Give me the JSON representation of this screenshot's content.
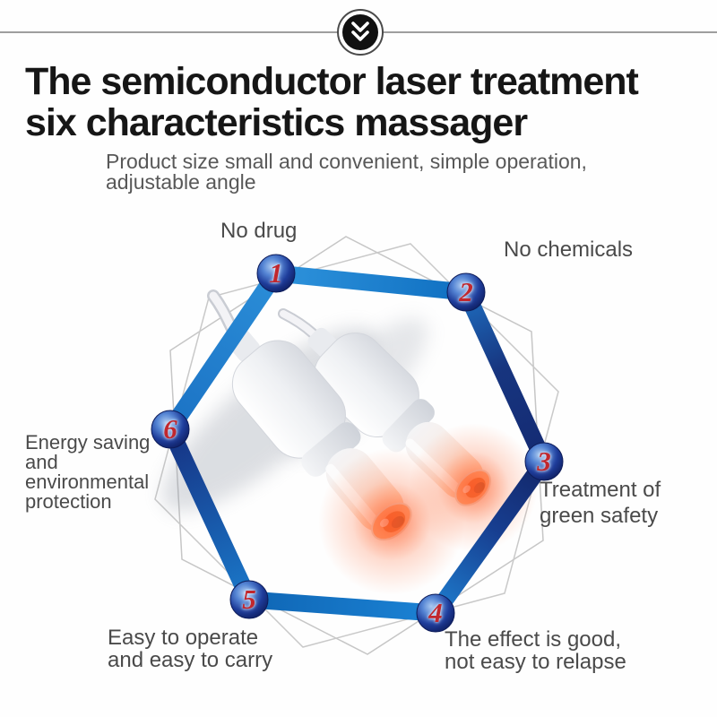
{
  "divider": {
    "icon": "double-chevron-down"
  },
  "title": {
    "line1": "The semiconductor laser treatment",
    "line2": "six characteristics massager"
  },
  "subtitle": {
    "line1": "Product size small and convenient, simple operation,",
    "line2": "adjustable angle"
  },
  "diagram": {
    "nodes": [
      {
        "number": "1",
        "label_lines": [
          "No drug"
        ]
      },
      {
        "number": "2",
        "label_lines": [
          "No chemicals"
        ]
      },
      {
        "number": "3",
        "label_lines": [
          "Treatment of",
          "green safety"
        ]
      },
      {
        "number": "4",
        "label_lines": [
          "The effect is good,",
          "not easy to relapse"
        ]
      },
      {
        "number": "5",
        "label_lines": [
          "Easy to operate",
          "and easy to carry"
        ]
      },
      {
        "number": "6",
        "label_lines": [
          "Energy saving",
          "and",
          "environmental",
          "protection"
        ]
      }
    ],
    "product": {
      "description": "Two white laser massager probes with glowing red tips"
    }
  },
  "colors": {
    "band_blue": "#1f85d6",
    "band_navy": "#16307e",
    "number_red": "#c1272d",
    "glow_orange": "#ff5c2c",
    "outline_gray": "#c6c6c6"
  }
}
